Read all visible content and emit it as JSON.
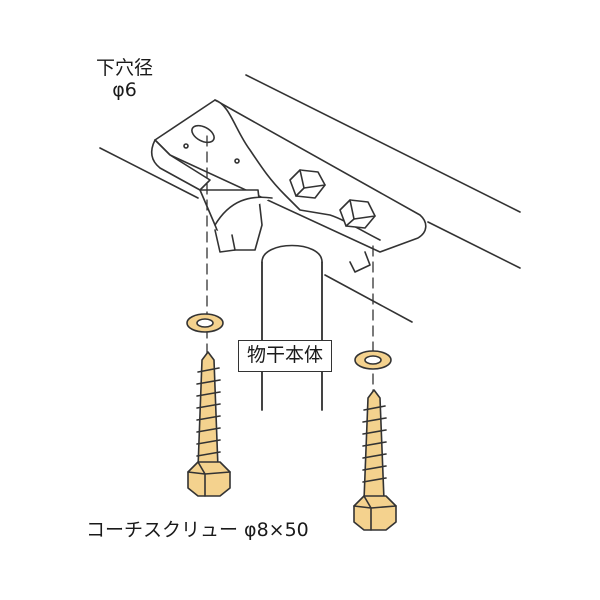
{
  "labels": {
    "hole_title": "下穴径",
    "hole_value": "φ6",
    "body": "物干本体",
    "screw": "コーチスクリュー φ8×50"
  },
  "colors": {
    "line": "#333333",
    "screw_fill": "#f4d28e",
    "metal_fill": "#ffffff"
  },
  "icons": [
    "bracket-icon",
    "hex-nut-icon",
    "washer-icon",
    "coach-screw-icon"
  ]
}
